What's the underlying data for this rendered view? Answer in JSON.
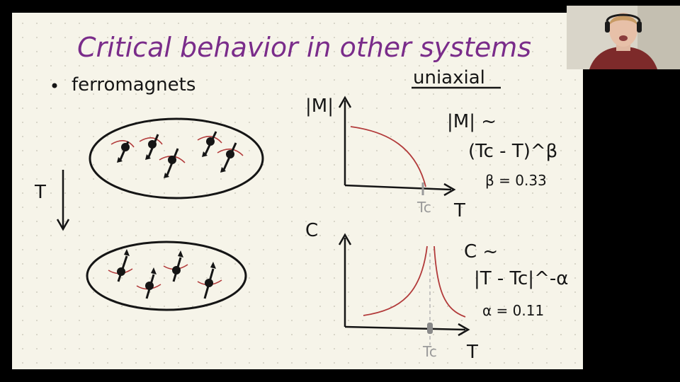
{
  "slide": {
    "title": "Critical behavior in other systems",
    "bullet": "ferromagnets",
    "temperature_label": "T",
    "uniaxial_label": "uniaxial",
    "magnetization_plot": {
      "y_label": "|M|",
      "x_label": "T",
      "tc_label": "Tc",
      "formula_line1": "|M| ~",
      "formula_line2": "(Tc - T)^β",
      "exponent": "β = 0.33"
    },
    "heat_capacity_plot": {
      "y_label": "C",
      "x_label": "T",
      "tc_label": "Tc",
      "formula_line1": "C ~",
      "formula_line2": "|T - Tc|^-α",
      "exponent": "α = 0.11"
    },
    "colors": {
      "title": "#7a2c8a",
      "curve": "#b23a3a",
      "ink": "#151515",
      "paper": "#f6f4e9"
    }
  },
  "webcam": {
    "description_icon": "presenter-video-icon"
  }
}
